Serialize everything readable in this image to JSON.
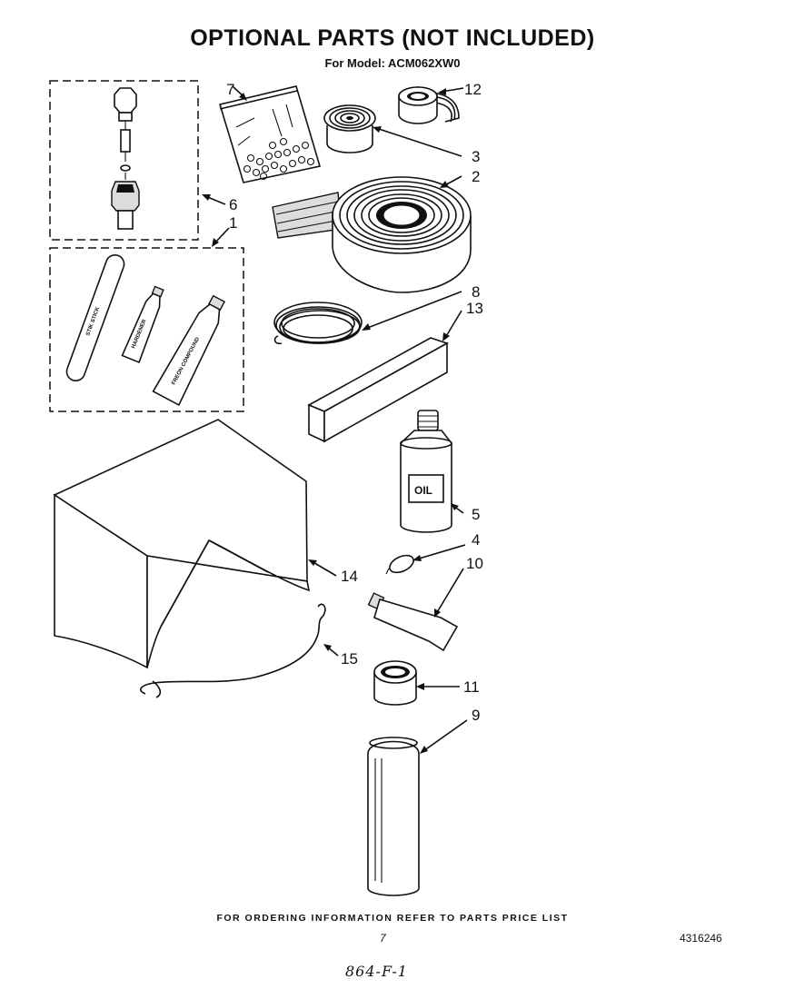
{
  "header": {
    "title": "OPTIONAL PARTS (NOT INCLUDED)",
    "subtitle": "For Model: ACM062XW0"
  },
  "diagram": {
    "callouts": [
      "1",
      "2",
      "3",
      "4",
      "5",
      "6",
      "7",
      "8",
      "9",
      "10",
      "11",
      "12",
      "13",
      "14",
      "15"
    ],
    "item_labels": {
      "stick": "STIK STICK",
      "tube_small": "HARDENER",
      "tube_large": "FREON COMPOUND",
      "bottle": "OIL"
    }
  },
  "footer": {
    "ordering_note": "FOR ORDERING INFORMATION REFER TO PARTS PRICE LIST",
    "page_number": "7",
    "document_number": "4316246",
    "handwritten_note": "864-F-1"
  }
}
